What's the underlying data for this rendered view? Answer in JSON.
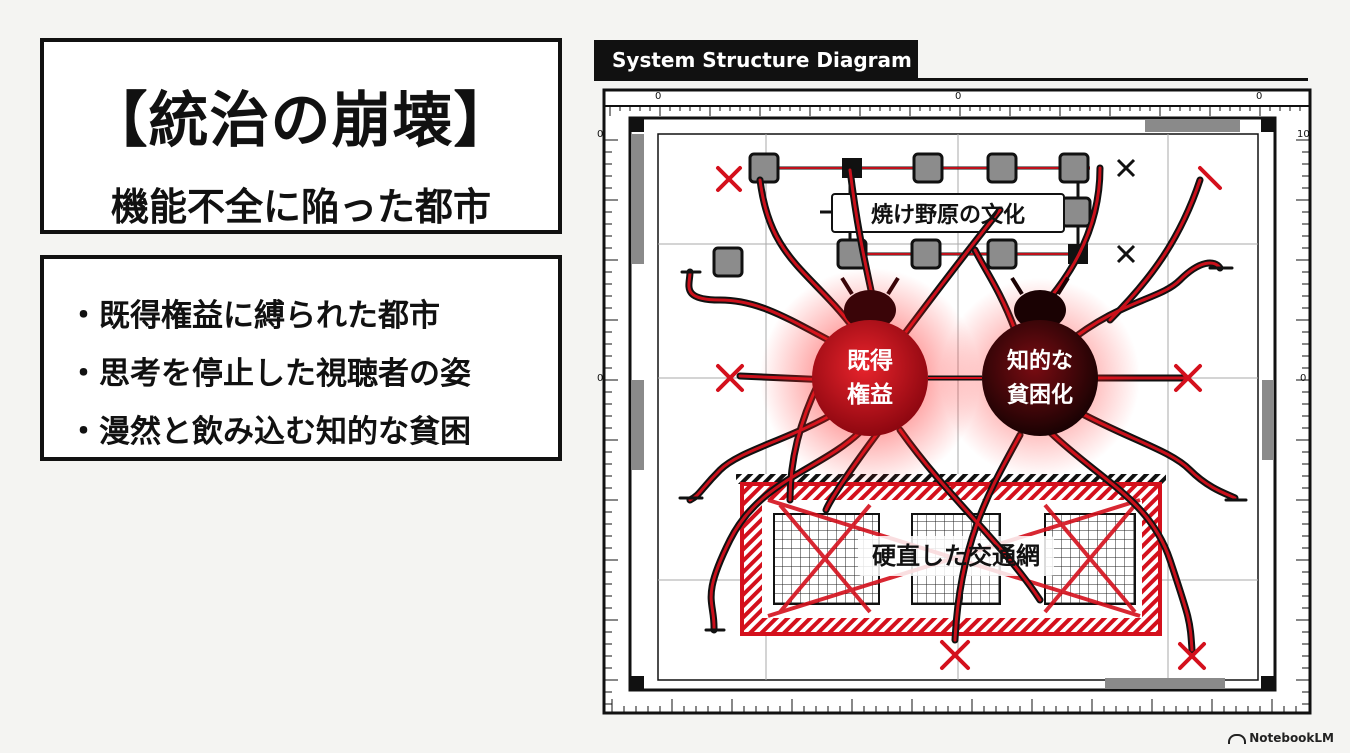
{
  "title": {
    "main": "【統治の崩壊】",
    "sub": "機能不全に陥った都市"
  },
  "bullets": [
    "・既得権益に縛られた都市",
    "・思考を停止した視聴者の姿",
    "・漫然と飲み込む知的な貧困"
  ],
  "diagram": {
    "tab_label": "System Structure Diagram",
    "nodes": {
      "vested": [
        "既得",
        "権益"
      ],
      "poverty": [
        "知的な",
        "貧困化"
      ],
      "burnt": "焼け野原の文化",
      "network": "硬直した交通網"
    },
    "ruler": {
      "top_labels": [
        "0",
        "0",
        "0"
      ],
      "left_labels": [
        "0",
        "0"
      ],
      "right_labels": [
        "10",
        "0"
      ]
    }
  },
  "footer": {
    "brand": "NotebookLM"
  },
  "colors": {
    "accent_red": "#d4101c",
    "dark_red": "#3a0508",
    "ink": "#111111"
  }
}
